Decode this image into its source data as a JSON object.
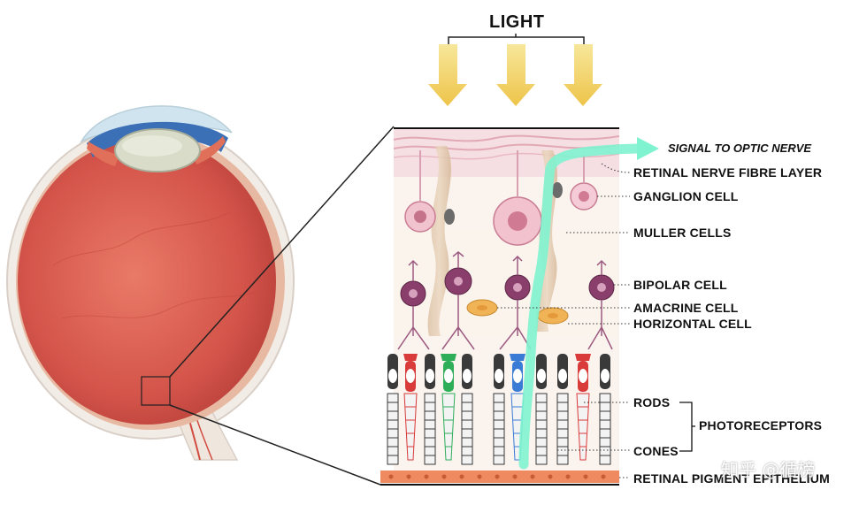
{
  "header": {
    "light_label": "LIGHT"
  },
  "signal_label": "SIGNAL TO OPTIC NERVE",
  "labels": {
    "nerve_fibre": "RETINAL NERVE FIBRE LAYER",
    "ganglion": "GANGLION CELL",
    "muller": "MULLER CELLS",
    "bipolar": "BIPOLAR CELL",
    "amacrine": "AMACRINE CELL",
    "horizontal": "HORIZONTAL CELL",
    "rods": "RODS",
    "cones": "CONES",
    "photoreceptors": "PHOTORECEPTORS",
    "pigment": "RETINAL PIGMENT EPITHELIUM"
  },
  "watermark": "知乎 @循榜",
  "colors": {
    "arrow": "#f1cf57",
    "signal": "#7ff3cf",
    "eye": "#d85b4b",
    "rod_red": "#d93a3a",
    "cone_green": "#2fae5a",
    "cone_blue": "#3a7bd5",
    "cell_purple": "#8a3e6c",
    "cell_pink": "#e9b6c4",
    "amacrine": "#f0b356"
  }
}
